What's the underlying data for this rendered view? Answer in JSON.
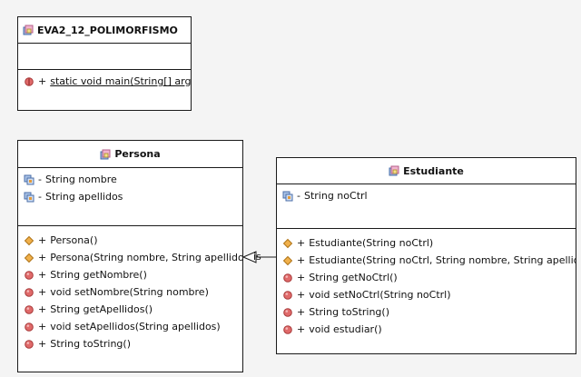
{
  "main_class": {
    "name": "EVA2_12_POLIMORFISMO",
    "operations": [
      {
        "visibility": "+",
        "text": "static void main(String[] args"
      }
    ]
  },
  "persona": {
    "name": "Persona",
    "attributes": [
      {
        "visibility": "-",
        "text": "String nombre"
      },
      {
        "visibility": "-",
        "text": "String apellidos"
      }
    ],
    "operations": [
      {
        "visibility": "+",
        "text": "Persona()",
        "kind": "constructor"
      },
      {
        "visibility": "+",
        "text": "Persona(String nombre, String apellido",
        "kind": "constructor"
      },
      {
        "visibility": "+",
        "text": "String getNombre()",
        "kind": "method"
      },
      {
        "visibility": "+",
        "text": "void setNombre(String nombre)",
        "kind": "method"
      },
      {
        "visibility": "+",
        "text": "String getApellidos()",
        "kind": "method"
      },
      {
        "visibility": "+",
        "text": "void setApellidos(String apellidos)",
        "kind": "method"
      },
      {
        "visibility": "+",
        "text": "String toString()",
        "kind": "method"
      }
    ]
  },
  "estudiante": {
    "name": "Estudiante",
    "attributes": [
      {
        "visibility": "-",
        "text": "String noCtrl"
      }
    ],
    "operations": [
      {
        "visibility": "+",
        "text": "Estudiante(String noCtrl)",
        "kind": "constructor"
      },
      {
        "visibility": "+",
        "text": "Estudiante(String noCtrl, String nombre, String apellid",
        "kind": "constructor"
      },
      {
        "visibility": "+",
        "text": "String getNoCtrl()",
        "kind": "method"
      },
      {
        "visibility": "+",
        "text": "void setNoCtrl(String noCtrl)",
        "kind": "method"
      },
      {
        "visibility": "+",
        "text": "String toString()",
        "kind": "method"
      },
      {
        "visibility": "+",
        "text": "void estudiar()",
        "kind": "method"
      }
    ]
  },
  "relation": {
    "label": "is"
  },
  "icons": {
    "class": "class-icon",
    "field": "field-icon",
    "constructor": "constructor-icon",
    "method": "method-icon",
    "static_method": "static-method-icon"
  },
  "colors": {
    "method": "#d95a5a",
    "constructor": "#e7a23b",
    "field_blue": "#5b84c4",
    "class_pink": "#e58fb6"
  }
}
